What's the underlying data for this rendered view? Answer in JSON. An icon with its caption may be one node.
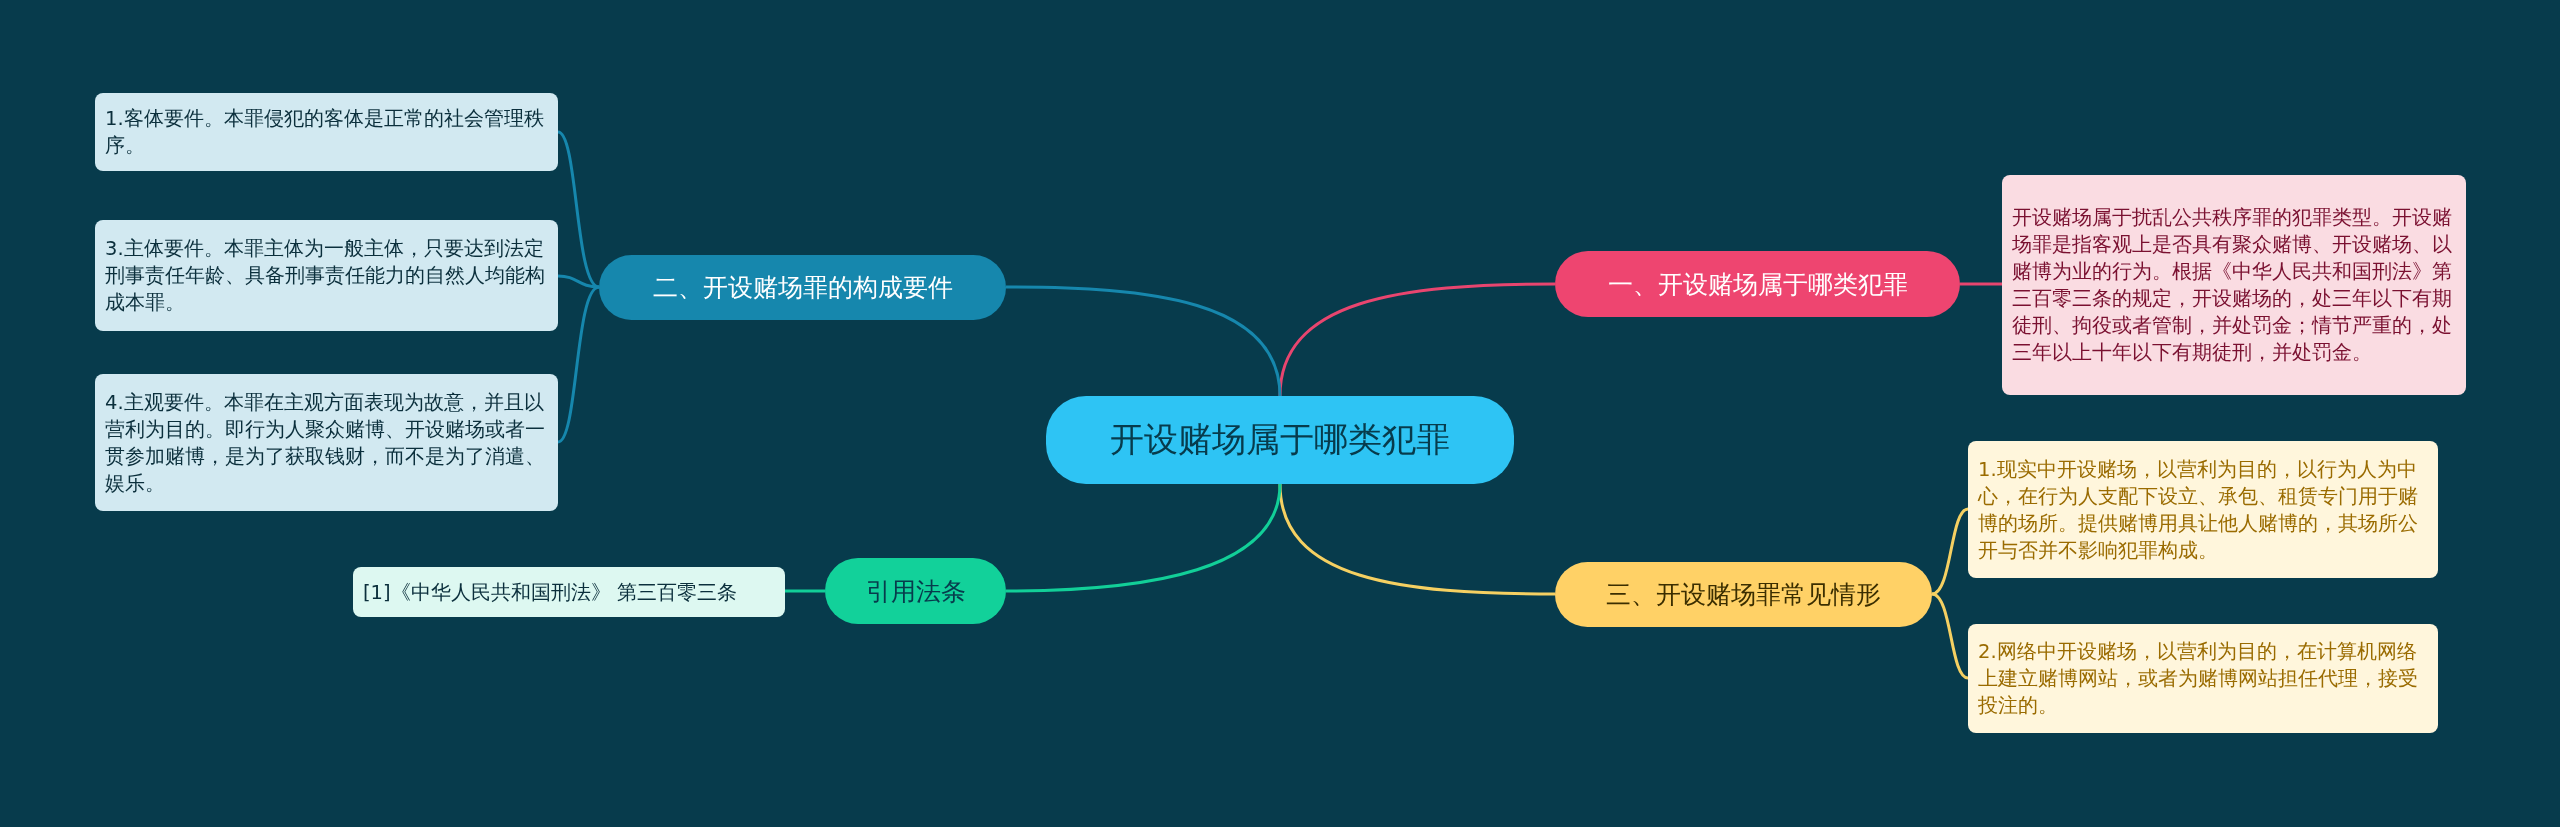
{
  "diagram": {
    "nodes": [
      {
        "text": [
          "开设赌场属于哪类犯罪"
        ]
      },
      {
        "text": [
          "一、开设赌场属于哪类犯罪"
        ]
      },
      {
        "text": [
          "开设赌场属于扰乱公共秩序罪的犯罪类型。开设赌场罪是指客观上是否具有聚众赌博、开设赌场、以赌博为业的行为。根据《中华人民共和国刑法》第三百零三条的规定，开设赌场的，处三年以下有期徒刑、拘役或者管制，并处罚金；情节严重的，处三年以上十年以下有期徒刑，并处罚金。"
        ]
      },
      {
        "text": [
          "二、开设赌场罪的构成要件"
        ]
      },
      {
        "text": [
          "1.客体要件。本罪侵犯的客体是正常的社会管理秩序。"
        ]
      },
      {
        "text": [
          "3.主体要件。本罪主体为一般主体，只要达到法定刑事责任年龄、具备刑事责任能力的自然人均能构成本罪。"
        ]
      },
      {
        "text": [
          "4.主观要件。本罪在主观方面表现为故意，并且以营利为目的。即行为人聚众赌博、开设赌场或者一贯参加赌博，是为了获取钱财，而不是为了消遣、娱乐。"
        ]
      },
      {
        "text": [
          "三、开设赌场罪常见情形"
        ]
      },
      {
        "text": [
          "1.现实中开设赌场，以营利为目的，以行为人为中心，在行为人支配下设立、承包、租赁专门用于赌博的场所。提供赌博用具让他人赌博的，其场所公开与否并不影响犯罪构成。"
        ]
      },
      {
        "text": [
          "2.网络中开设赌场，以营利为目的，在计算机网络上建立赌博网站，或者为赌博网站担任代理，接受投注的。"
        ]
      },
      {
        "text": [
          "引用法条"
        ]
      },
      {
        "text": [
          "[1]《中华人民共和国刑法》 第三百零三条"
        ]
      }
    ],
    "edges": [
      {
        "from": 0,
        "to": 1,
        "arrow": "none",
        "color": "#e8456f"
      },
      {
        "from": 1,
        "to": 2,
        "arrow": "none",
        "color": "#e8456f"
      },
      {
        "from": 0,
        "to": 3,
        "arrow": "none",
        "color": "#1687ad"
      },
      {
        "from": 3,
        "to": 4,
        "arrow": "none",
        "color": "#1687ad"
      },
      {
        "from": 3,
        "to": 5,
        "arrow": "none",
        "color": "#1687ad"
      },
      {
        "from": 3,
        "to": 6,
        "arrow": "none",
        "color": "#1687ad"
      },
      {
        "from": 0,
        "to": 7,
        "arrow": "none",
        "color": "#f5d062"
      },
      {
        "from": 7,
        "to": 8,
        "arrow": "none",
        "color": "#f5d062"
      },
      {
        "from": 7,
        "to": 9,
        "arrow": "none",
        "color": "#f5d062"
      },
      {
        "from": 0,
        "to": 10,
        "arrow": "none",
        "color": "#12cf98"
      },
      {
        "from": 10,
        "to": 11,
        "arrow": "none",
        "color": "#12cf98"
      }
    ]
  }
}
